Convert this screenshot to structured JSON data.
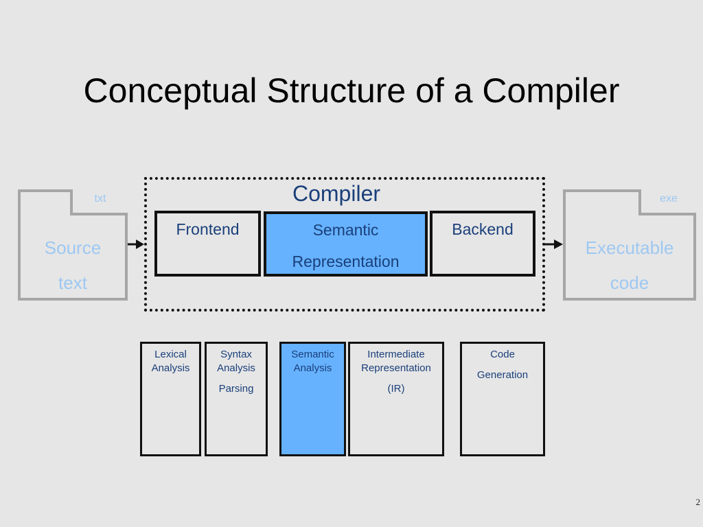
{
  "title": "Conceptual Structure of a Compiler",
  "compiler_label": "Compiler",
  "source_doc": {
    "tab": "txt",
    "line1": "Source",
    "line2": "text"
  },
  "exe_doc": {
    "tab": "exe",
    "line1": "Executable",
    "line2": "code"
  },
  "stages": [
    {
      "line1": "Frontend",
      "line2": ""
    },
    {
      "line1": "Semantic",
      "line2": "Representation"
    },
    {
      "line1": "Backend",
      "line2": ""
    }
  ],
  "phases": [
    {
      "line1": "Lexical",
      "line2": "Analysis",
      "extra": ""
    },
    {
      "line1": "Syntax",
      "line2": "Analysis",
      "extra": "Parsing"
    },
    {
      "line1": "Semantic",
      "line2": "Analysis",
      "extra": ""
    },
    {
      "line1": "Intermediate",
      "line2": "Representation",
      "extra": "(IR)"
    },
    {
      "line1": "Code",
      "line2": "",
      "extra": "Generation"
    }
  ],
  "page_number": "2",
  "colors": {
    "background": "#e6e6e6",
    "highlight": "#66b2ff",
    "text_blue": "#1a3f7a",
    "faded_blue": "#9ec8f2",
    "doc_border": "#a6a6a6"
  }
}
